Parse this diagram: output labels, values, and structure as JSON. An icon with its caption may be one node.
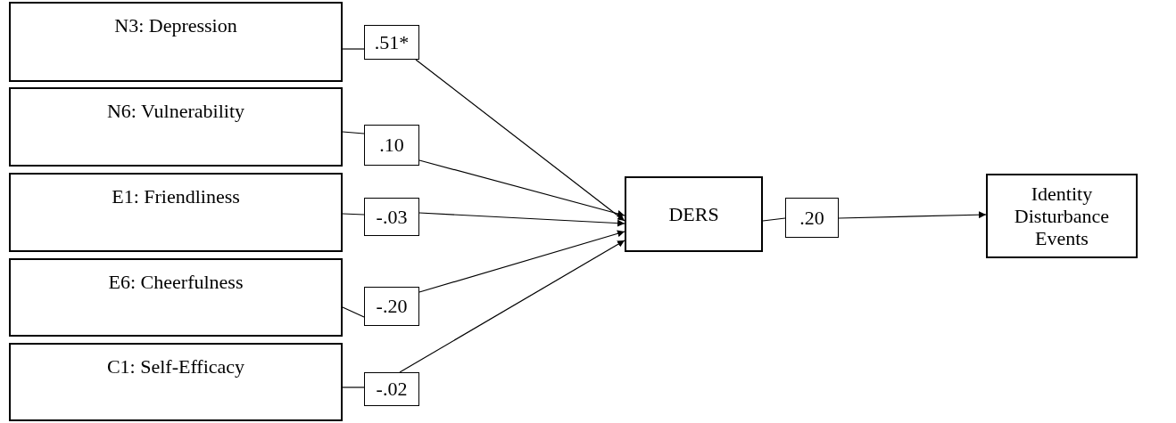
{
  "diagram": {
    "nodes": [
      {
        "text": [
          "N3: Depression"
        ]
      },
      {
        "text": [
          "N6: Vulnerability"
        ]
      },
      {
        "text": [
          "E1: Friendliness"
        ]
      },
      {
        "text": [
          "E6: Cheerfulness"
        ]
      },
      {
        "text": [
          "C1: Self-Efficacy"
        ]
      },
      {
        "text": [
          ".51*"
        ]
      },
      {
        "text": [
          ".10"
        ]
      },
      {
        "text": [
          "-.03"
        ]
      },
      {
        "text": [
          "-.20"
        ]
      },
      {
        "text": [
          "-.02"
        ]
      },
      {
        "text": [
          "DERS"
        ]
      },
      {
        "text": [
          ".20"
        ]
      },
      {
        "text": [
          "Identity Disturbance Events"
        ]
      }
    ],
    "edges": [
      {
        "from": 0,
        "to": 5,
        "arrow": "none"
      },
      {
        "from": 1,
        "to": 6,
        "arrow": "none"
      },
      {
        "from": 2,
        "to": 7,
        "arrow": "none"
      },
      {
        "from": 3,
        "to": 8,
        "arrow": "none"
      },
      {
        "from": 4,
        "to": 9,
        "arrow": "none"
      },
      {
        "from": 5,
        "to": 10,
        "arrow": "to"
      },
      {
        "from": 6,
        "to": 10,
        "arrow": "to"
      },
      {
        "from": 7,
        "to": 10,
        "arrow": "to"
      },
      {
        "from": 8,
        "to": 10,
        "arrow": "to"
      },
      {
        "from": 9,
        "to": 10,
        "arrow": "to"
      },
      {
        "from": 10,
        "to": 11,
        "arrow": "none"
      },
      {
        "from": 11,
        "to": 12,
        "arrow": "to"
      }
    ]
  }
}
